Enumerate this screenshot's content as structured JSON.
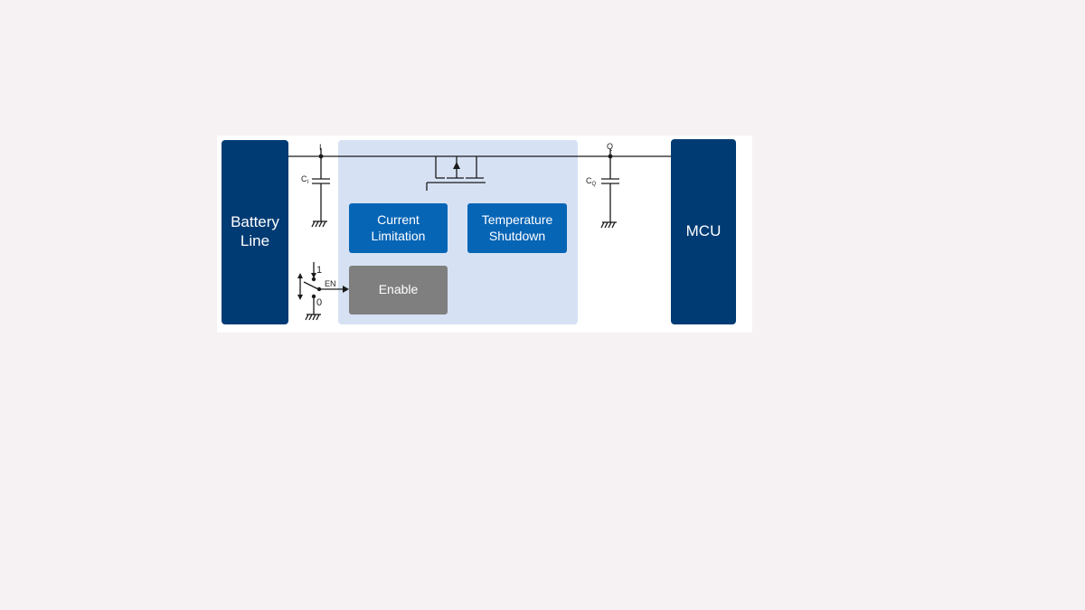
{
  "blocks": {
    "battery": "Battery\nLine",
    "mcu": "MCU",
    "current_limitation": "Current\nLimitation",
    "temperature_shutdown": "Temperature\nShutdown",
    "enable": "Enable"
  },
  "pins": {
    "input": "I",
    "output": "Q",
    "enable": "EN",
    "switch_high": "1",
    "switch_low": "0"
  },
  "capacitors": {
    "input_main": "C",
    "input_sub": "I",
    "output_main": "C",
    "output_sub": "Q"
  },
  "colors": {
    "background": "#f6f1f2",
    "dark_block": "#003b73",
    "mid_block": "#0765b6",
    "enable_block": "#7f7f7f",
    "regulator_region": "#d6e2f4"
  }
}
